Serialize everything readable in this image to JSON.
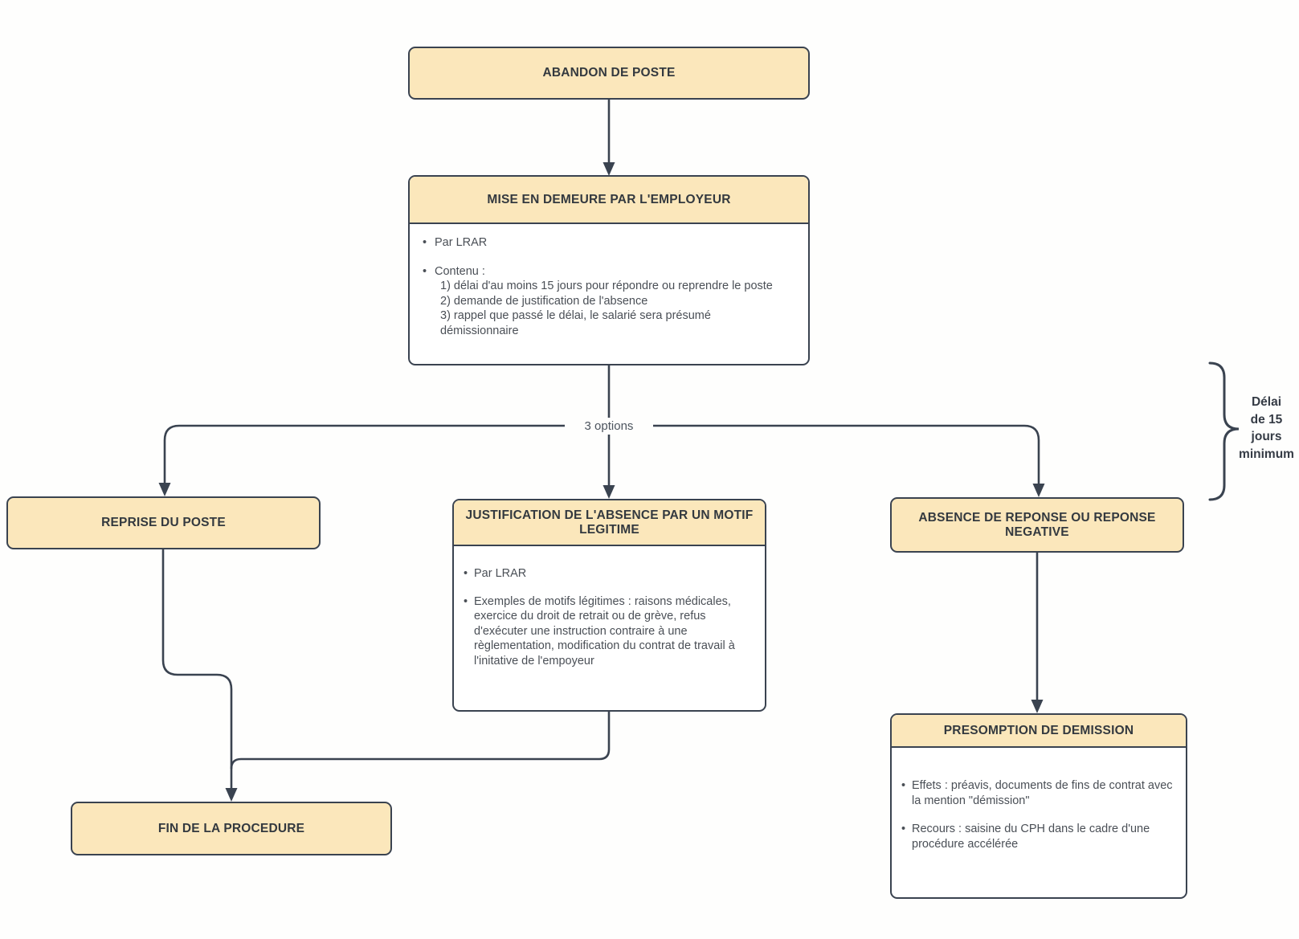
{
  "diagram": {
    "style": {
      "node_fill": "#FBE7BB",
      "line_color": "#3A4350",
      "title_color": "#33393F",
      "body_text_color": "#4A4F56"
    },
    "nodes": {
      "abandon": {
        "title": "ABANDON DE POSTE"
      },
      "mise": {
        "title": "MISE EN DEMEURE PAR L'EMPLOYEUR",
        "bullets": {
          "b1": "Par LRAR",
          "b2": "Contenu :",
          "s1": "1) délai d'au moins 15 jours pour  répondre ou reprendre le poste",
          "s2": "2) demande de justification de l'absence",
          "s3": "3) rappel que passé le délai, le salarié sera présumé\ndémissionnaire"
        }
      },
      "reprise": {
        "title": "REPRISE DU POSTE"
      },
      "justification": {
        "title": "JUSTIFICATION DE L'ABSENCE PAR UN MOTIF LEGITIME",
        "bullets": {
          "b1": "Par LRAR",
          "b2": "Exemples de motifs légitimes : raisons médicales, exercice du droit de retrait ou de grève, refus d'exécuter une instruction contraire à une règlementation, modification du contrat de travail à l'initative de l'empoyeur"
        }
      },
      "absence": {
        "title": "ABSENCE DE REPONSE OU REPONSE NEGATIVE"
      },
      "fin": {
        "title": "FIN DE LA PROCEDURE"
      },
      "presomption": {
        "title": "PRESOMPTION DE DEMISSION",
        "bullets": {
          "b1": "Effets : préavis, documents de fins de contrat avec la mention \"démission\"",
          "b2": "Recours : saisine du CPH dans le cadre d'une procédure accélérée"
        }
      }
    },
    "labels": {
      "options": "3 options",
      "brace": {
        "line1": "Délai",
        "line2": "de 15",
        "line3": "jours",
        "line4": "minimum"
      }
    }
  }
}
